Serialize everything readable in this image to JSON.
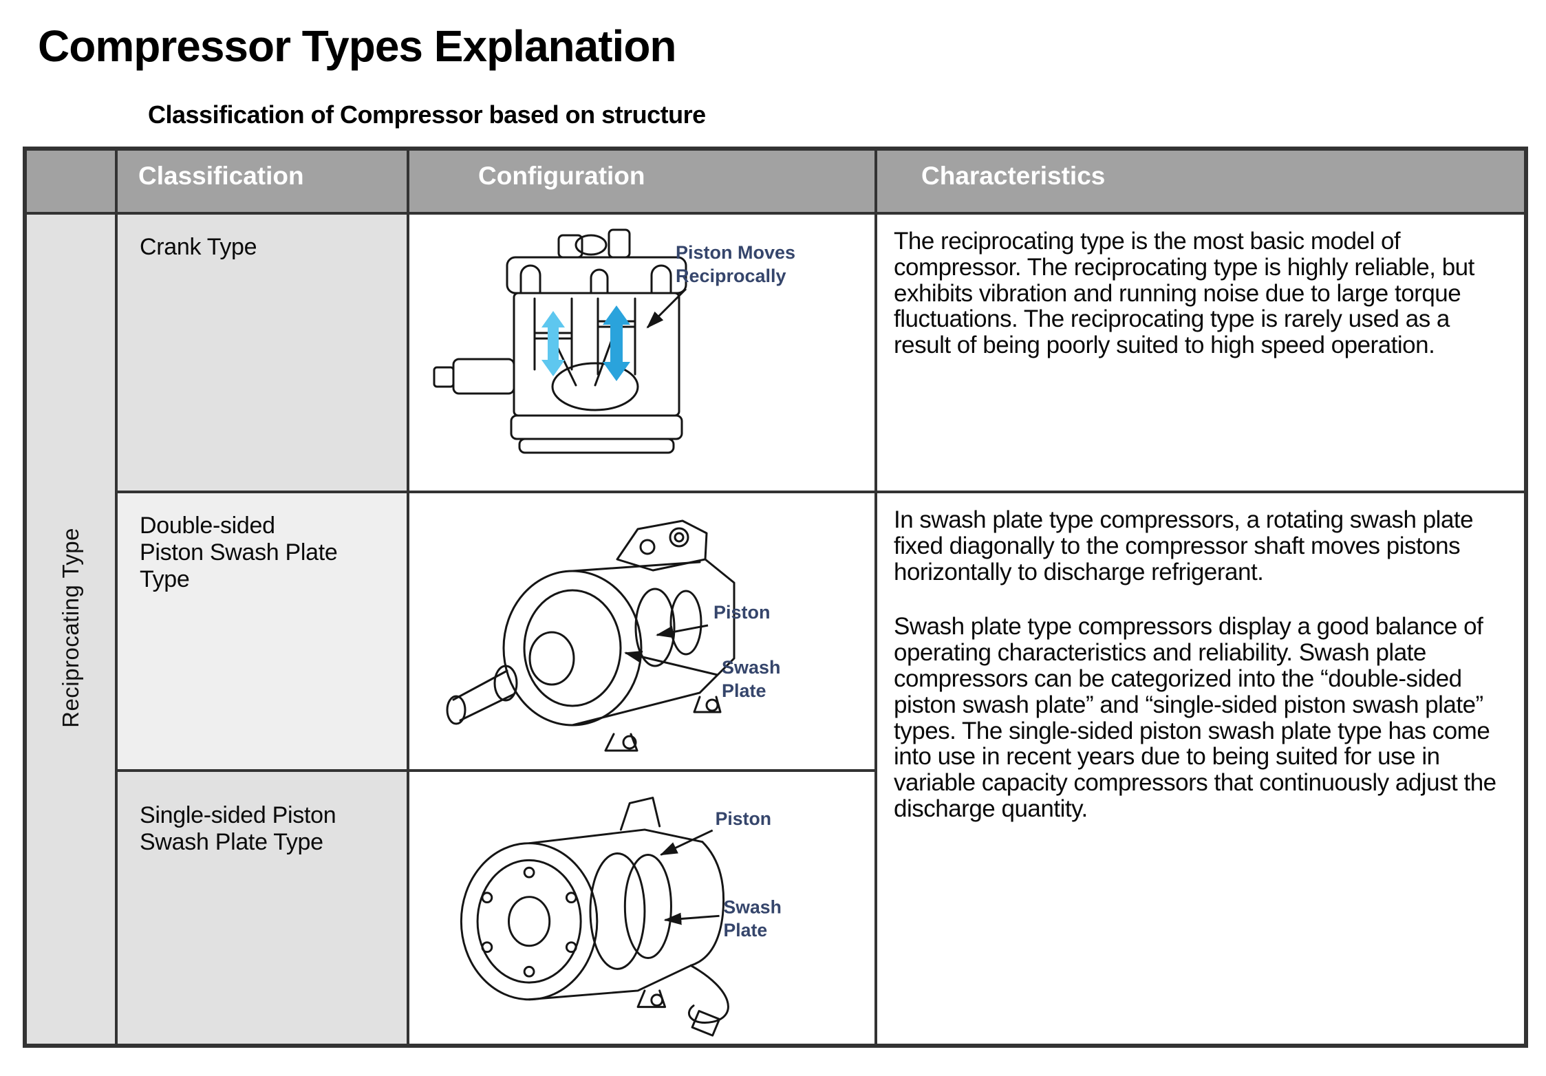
{
  "page": {
    "title": "Compressor Types Explanation",
    "subtitle": "Classification of Compressor based on structure"
  },
  "colors": {
    "header_bg": "#a2a2a2",
    "cell_gray": "#e1e1e1",
    "cell_gray_light": "#efefef",
    "border": "#333333",
    "diagram_ink": "#151515",
    "callout_text": "#35456b",
    "arrow_light": "#5ec7ef",
    "arrow_dark": "#2aa3dc"
  },
  "table": {
    "headers": {
      "classification": "Classification",
      "configuration": "Configuration",
      "characteristics": "Characteristics"
    },
    "group_label": "Reciprocating Type",
    "rows": [
      {
        "classification": "Crank Type",
        "diagram_labels": {
          "callout": [
            "Piston Moves",
            "Reciprocally"
          ]
        },
        "characteristics": "The reciprocating type is the most basic model of compressor. The reciprocating type is highly reliable, but exhibits vibration and running noise due to large torque fluctuations. The reciprocating type is rarely used as a result of being poorly suited to high speed operation."
      },
      {
        "classification": "Double-sided\nPiston Swash Plate\nType",
        "diagram_labels": {
          "piston": "Piston",
          "swash": [
            "Swash",
            "Plate"
          ]
        }
      },
      {
        "classification": "Single-sided Piston\nSwash Plate Type",
        "diagram_labels": {
          "piston": "Piston",
          "swash": [
            "Swash",
            "Plate"
          ]
        }
      }
    ],
    "swash_characteristics": [
      "In swash plate type compressors, a rotating swash plate fixed diagonally to the compressor shaft moves pistons horizontally to discharge refrigerant.",
      "Swash plate type compressors display a good balance of operating characteristics and reliability. Swash plate compressors can be categorized into the “double-sided piston swash plate” and “single-sided piston swash plate” types. The single-sided piston swash plate type has come into use in recent years due to being suited for use in variable capacity compressors that continuously adjust the discharge quantity."
    ]
  }
}
